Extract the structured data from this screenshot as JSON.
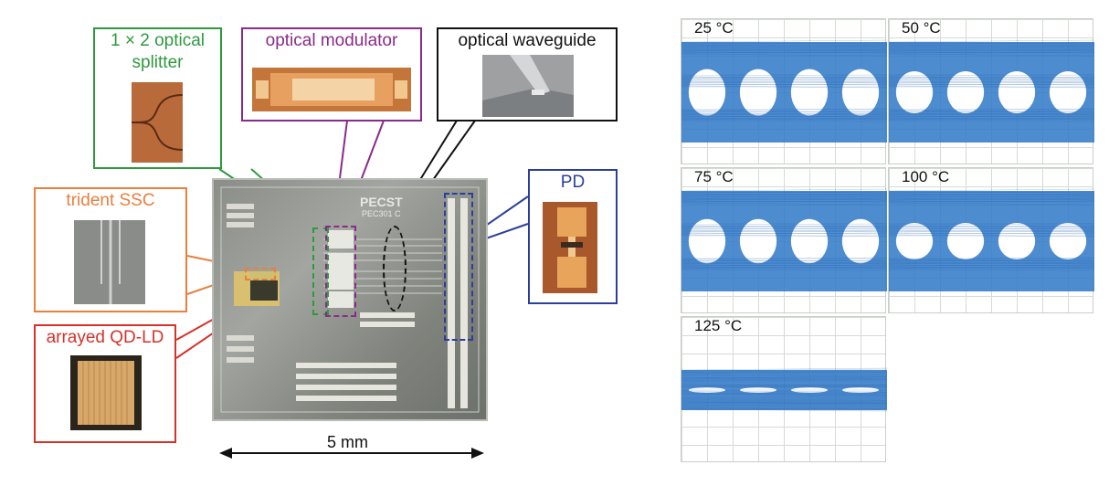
{
  "callouts": {
    "splitter": {
      "line1": "1 × 2 optical",
      "line2": "splitter",
      "color": "#2e9a3e"
    },
    "modulator": {
      "label": "optical modulator",
      "color": "#8a2a8a"
    },
    "waveguide": {
      "label": "optical waveguide",
      "color": "#111111"
    },
    "pd": {
      "label": "PD",
      "color": "#2b3f9a"
    },
    "ssc": {
      "label": "trident SSC",
      "color": "#e8803e"
    },
    "qdld": {
      "label": "arrayed QD-LD",
      "color": "#d6322a"
    }
  },
  "chip": {
    "marking_logo": "PECST",
    "marking_code": "PEC301 C"
  },
  "scale_bar": {
    "label": "5 mm"
  },
  "eye_diagrams": [
    {
      "temperature": "25 °C",
      "eye_opening": 0.42
    },
    {
      "temperature": "50 °C",
      "eye_opening": 0.38
    },
    {
      "temperature": "75 °C",
      "eye_opening": 0.4
    },
    {
      "temperature": "100 °C",
      "eye_opening": 0.33
    },
    {
      "temperature": "125 °C",
      "eye_opening": 0.12
    }
  ],
  "colors": {
    "eye_trace": "#2f78c8",
    "grid": "#d6dbd6"
  }
}
